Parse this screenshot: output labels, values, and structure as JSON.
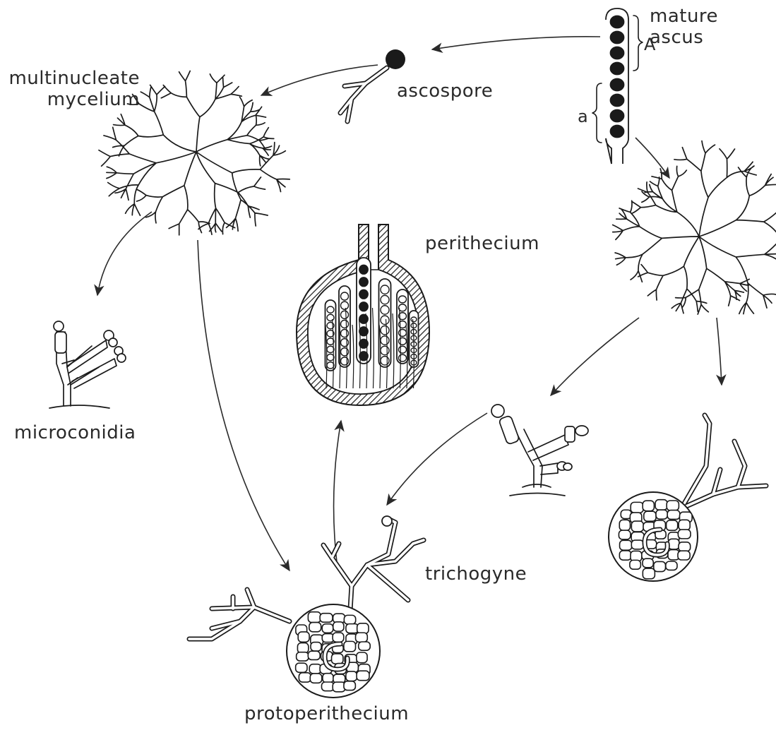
{
  "labels": {
    "mature_ascus": "mature\nascus",
    "ascospore": "ascospore",
    "multinucleate_mycelium": "multinucleate\nmycelium",
    "perithecium": "perithecium",
    "microconidia": "microconidia",
    "trichogyne": "trichogyne",
    "protoperithecium": "protoperithecium",
    "mark_A": "A",
    "mark_a": "a"
  }
}
